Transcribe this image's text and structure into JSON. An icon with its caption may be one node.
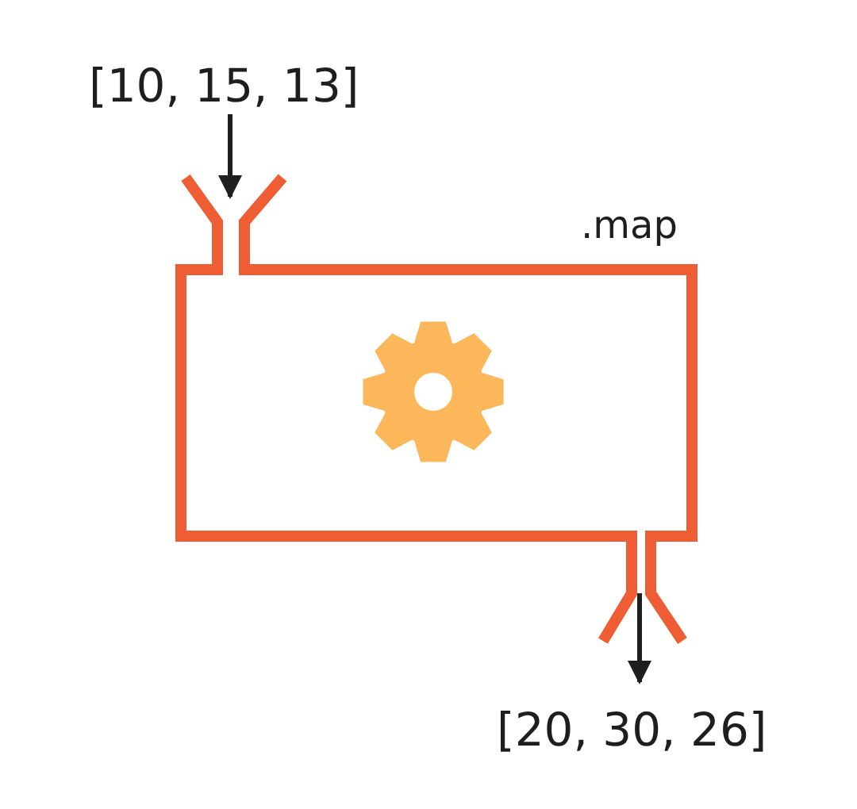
{
  "diagram": {
    "nodes": [
      {
        "text": [
          "[10, 15, 13]"
        ]
      },
      {
        "text": [
          ".map"
        ]
      },
      {
        "text": [
          "[20, 30, 26]"
        ]
      }
    ],
    "edges": [
      {
        "from": 0,
        "to": 1,
        "arrow": "to"
      },
      {
        "from": 1,
        "to": 2,
        "arrow": "to"
      }
    ]
  }
}
